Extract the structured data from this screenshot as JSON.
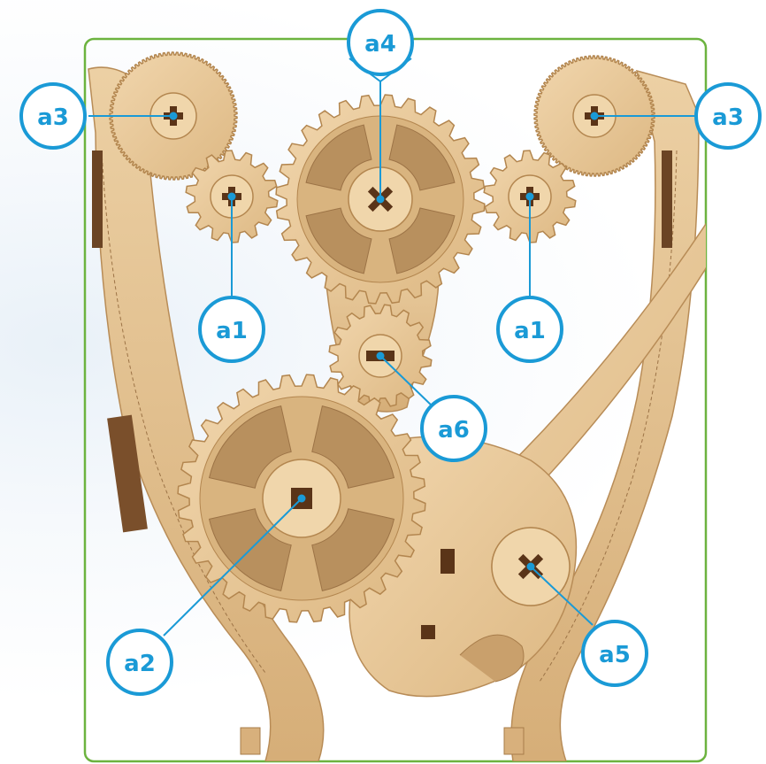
{
  "colors": {
    "frame": "#6cb33f",
    "callout": "#1a9ad6",
    "callout_fill": "#ffffff",
    "wood": "#e9c99b",
    "wood_dark": "#c79a63",
    "slot": "#5a3418"
  },
  "callouts": {
    "a3_left": "a3",
    "a4": "a4",
    "a3_right": "a3",
    "a1_left": "a1",
    "a1_right": "a1",
    "a6": "a6",
    "a2": "a2",
    "a5": "a5"
  }
}
